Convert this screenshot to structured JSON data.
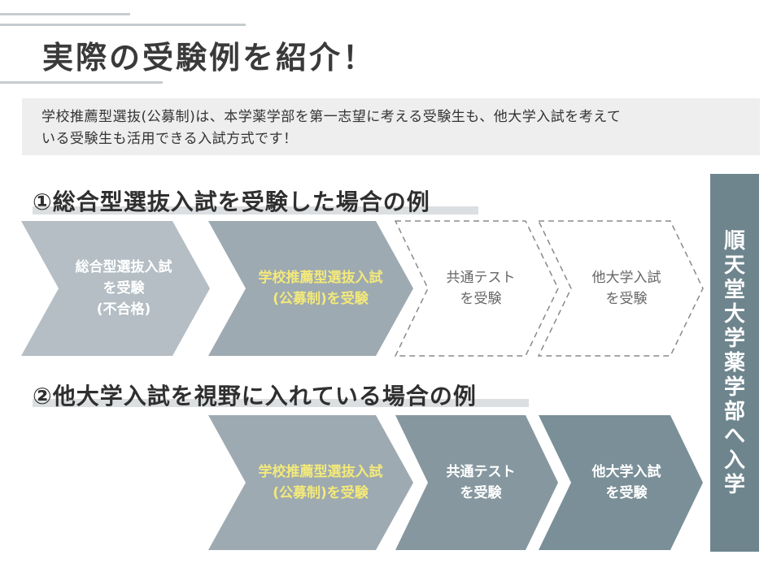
{
  "title": "実際の受験例を紹介！",
  "intro": [
    "学校推薦型選抜(公募制)は、本学薬学部を第一志望に考える受験生も、他大学入試を考えて",
    "いる受験生も活用できる入試方式です！"
  ],
  "goal": [
    "順",
    "天",
    "堂",
    "大",
    "学",
    "薬",
    "学",
    "部",
    "へ",
    "入",
    "学"
  ],
  "colors": {
    "chevron_light": "#b4bec4",
    "chevron_mid": "#9eaab1",
    "chevron_dark": "#86979f",
    "chevron_darker": "#7a8f98",
    "goal_box": "#6e858e",
    "highlight_text": "#f3e97a"
  },
  "example1": {
    "title": "①総合型選抜入試を受験した場合の例",
    "steps": [
      {
        "lines": [
          "総合型選抜入試",
          "を受験",
          "(不合格)"
        ]
      },
      {
        "lines": [
          "学校推薦型選抜入試",
          "(公募制)を受験"
        ]
      },
      {
        "lines": [
          "共通テスト",
          "を受験"
        ]
      },
      {
        "lines": [
          "他大学入試",
          "を受験"
        ]
      }
    ]
  },
  "example2": {
    "title": "②他大学入試を視野に入れている場合の例",
    "steps": [
      {
        "lines": [
          "学校推薦型選抜入試",
          "(公募制)を受験"
        ]
      },
      {
        "lines": [
          "共通テスト",
          "を受験"
        ]
      },
      {
        "lines": [
          "他大学入試",
          "を受験"
        ]
      }
    ]
  }
}
